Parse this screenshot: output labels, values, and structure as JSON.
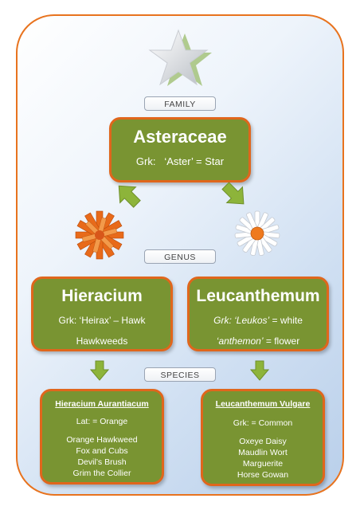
{
  "family": {
    "label": "FAMILY",
    "name": "Asteraceae",
    "greek_prefix": "Grk:",
    "greek_text": "‘Aster’ = Star"
  },
  "genus_label": "GENUS",
  "species_label": "SPECIES",
  "hieracium": {
    "name": "Hieracium",
    "greek": "Grk:  ‘Heirax’ – Hawk",
    "common": "Hawkweeds",
    "species": {
      "name": "Hieracium Aurantiacum",
      "latin": "Lat:  = Orange",
      "common_names": [
        "Orange Hawkweed",
        "Fox and Cubs",
        "Devil’s Brush",
        "Grim the Collier"
      ]
    }
  },
  "leucanthemum": {
    "name": "Leucanthemum",
    "greek_prefix": "Grk:",
    "greek_word1": "‘Leukos’",
    "greek_rest1": " = white",
    "greek_word2": "‘anthemon’",
    "greek_rest2": " = flower",
    "species": {
      "name": "Leucanthemum Vulgare",
      "greek": "Grk: = Common",
      "common_names": [
        "Oxeye Daisy",
        "Maudlin Wort",
        "Marguerite",
        "Horse Gowan"
      ]
    }
  },
  "icons": [
    "star-icon",
    "orange-hawkweed-flower-icon",
    "daisy-flower-icon",
    "arrow-icon"
  ],
  "colors": {
    "box_green": "#799432",
    "box_border": "#e0661c",
    "arrow_green": "#8db43a",
    "orange": "#e8731e"
  }
}
